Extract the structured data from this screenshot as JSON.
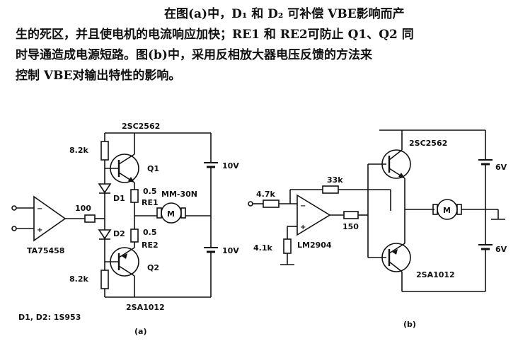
{
  "paragraph": {
    "line1": "在图(a)中，D₁ 和 D₂ 可补偿 V<sub>BE</sub>影响而产",
    "line1_text": "在图(a)中，D₁ 和 D₂ 可补偿 VBE影响而产",
    "line2": "生的死区，并且使电机的电流响应加快；RE1 和 RE2可防止 Q1、Q2 同",
    "line3": "时导通造成电源短路。图(b)中，采用反相放大器电压反馈的方法来",
    "line4": "控制 VBE对输出特性的影响。"
  },
  "circuit_a": {
    "top_transistor": "2SC2562",
    "bottom_transistor": "2SA1012",
    "r_top": "8.2k",
    "r_bottom": "8.2k",
    "r_input": "100",
    "re1_value": "0.5",
    "re1_label": "RE1",
    "re2_value": "0.5",
    "re2_label": "RE2",
    "q1": "Q1",
    "q2": "Q2",
    "d1": "D1",
    "d2": "D2",
    "motor_model": "MM-30N",
    "motor_symbol": "M",
    "battery_top": "10V",
    "battery_bottom": "10V",
    "opamp": "TA75458",
    "diodes_note": "D1, D2: 1S953",
    "caption": "(a)"
  },
  "circuit_b": {
    "top_transistor": "2SC2562",
    "bottom_transistor": "2SA1012",
    "r_in": "4.7k",
    "r_fb": "33k",
    "r_out": "150",
    "r_gnd": "4.1k",
    "opamp": "LM2904",
    "motor_symbol": "M",
    "battery_top": "6V",
    "battery_bottom": "6V",
    "caption": "(b)"
  }
}
